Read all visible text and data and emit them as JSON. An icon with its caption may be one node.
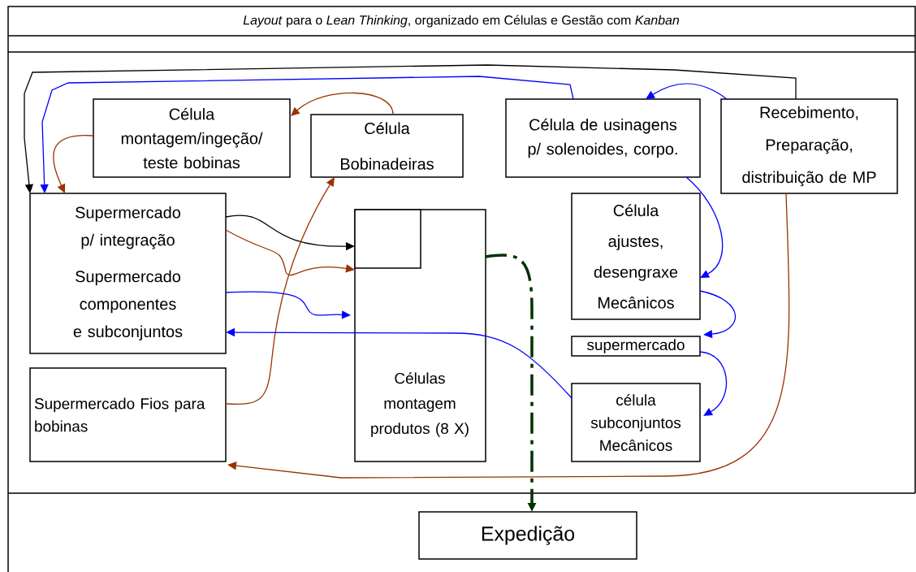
{
  "diagram": {
    "title": "*Layout* para o *Lean Thinking*, organizado em Células e Gestão com *Kanban*",
    "nodes": [
      {
        "text": [
          "Célula montagem/ingeção/ teste bobinas"
        ]
      },
      {
        "text": [
          "Célula Bobinadeiras"
        ]
      },
      {
        "text": [
          "Célula de usinagens p/ solenoides, corpo."
        ]
      },
      {
        "text": [
          "Recebimento, Preparação, distribuição de MP"
        ]
      },
      {
        "text": [
          "Supermercado p/ integração",
          "Supermercado componentes e subconjuntos"
        ]
      },
      {
        "text": [
          "Células montagem produtos (8 X)"
        ]
      },
      {
        "text": [],
        "shape": "box",
        "in": 5
      },
      {
        "text": [
          "Célula ajustes, desengraxe Mecânicos"
        ]
      },
      {
        "text": [
          "supermercado"
        ]
      },
      {
        "text": [
          "célula subconjuntos Mecânicos"
        ]
      },
      {
        "text": [
          "Supermercado Fios para bobinas"
        ]
      },
      {
        "text": [
          "Expedição"
        ]
      }
    ],
    "edges": [
      {
        "from": 3,
        "to": 4,
        "arrow": "to",
        "color": "#000000"
      },
      {
        "from": 2,
        "to": 4,
        "arrow": "to"
      },
      {
        "from": 0,
        "to": 4,
        "arrow": "to",
        "color": "#993300"
      },
      {
        "from": 1,
        "to": 0,
        "arrow": "to",
        "color": "#993300"
      },
      {
        "from": 3,
        "to": 2,
        "arrow": "to"
      },
      {
        "from": 4,
        "to": 6,
        "arrow": "to",
        "color": "#000000"
      },
      {
        "from": 4,
        "to": 5,
        "arrow": "to",
        "color": "#993300"
      },
      {
        "from": 10,
        "to": 1,
        "arrow": "to",
        "color": "#993300"
      },
      {
        "from": 4,
        "to": 5,
        "arrow": "to"
      },
      {
        "from": 9,
        "to": 4,
        "arrow": "to"
      },
      {
        "from": 2,
        "to": 7,
        "arrow": "to"
      },
      {
        "from": 7,
        "to": 8,
        "arrow": "to"
      },
      {
        "from": 8,
        "to": 9,
        "arrow": "to"
      },
      {
        "from": 3,
        "to": 10,
        "arrow": "to",
        "color": "#993300"
      },
      {
        "from": 5,
        "to": 11,
        "arrow": "to",
        "style": "dashed",
        "color": "#003300"
      }
    ]
  }
}
